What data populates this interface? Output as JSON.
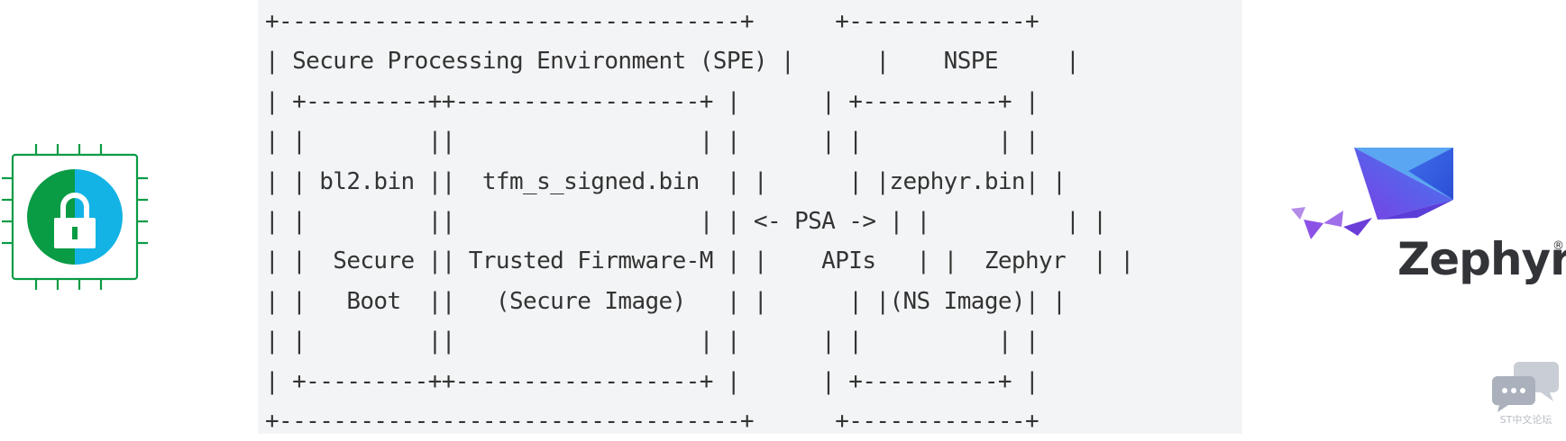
{
  "diagram": {
    "lines": [
      "+----------------------------------+      +-------------+",
      "| Secure Processing Environment (SPE) |      |    NSPE     |",
      "| +---------++------------------+ |      | +----------+ |",
      "| |         ||                  | |      | |          | |",
      "| | bl2.bin ||  tfm_s_signed.bin  | |      | |zephyr.bin| |",
      "| |         ||                  | | <- PSA -> | |          | |",
      "| |  Secure || Trusted Firmware-M | |    APIs   | |  Zephyr  | |",
      "| |   Boot  ||   (Secure Image)   | |      | |(NS Image)| |",
      "| |         ||                  | |      | |          | |",
      "| +---------++------------------+ |      | +----------+ |",
      "+----------------------------------+      +-------------+"
    ]
  },
  "logos": {
    "secure_chip_icon": "secure-chip-lock-icon",
    "zephyr_brand": "Zephyr",
    "zephyr_registered": "®"
  },
  "watermark": {
    "text": "ST中文论坛"
  },
  "colors": {
    "chip_green": "#0a9b45",
    "chip_blue": "#13b3e6",
    "zephyr_text": "#333438",
    "zephyr_purple": "#7b3fe4",
    "zephyr_blue": "#3d7ef0",
    "code_bg": "#f3f4f5"
  }
}
